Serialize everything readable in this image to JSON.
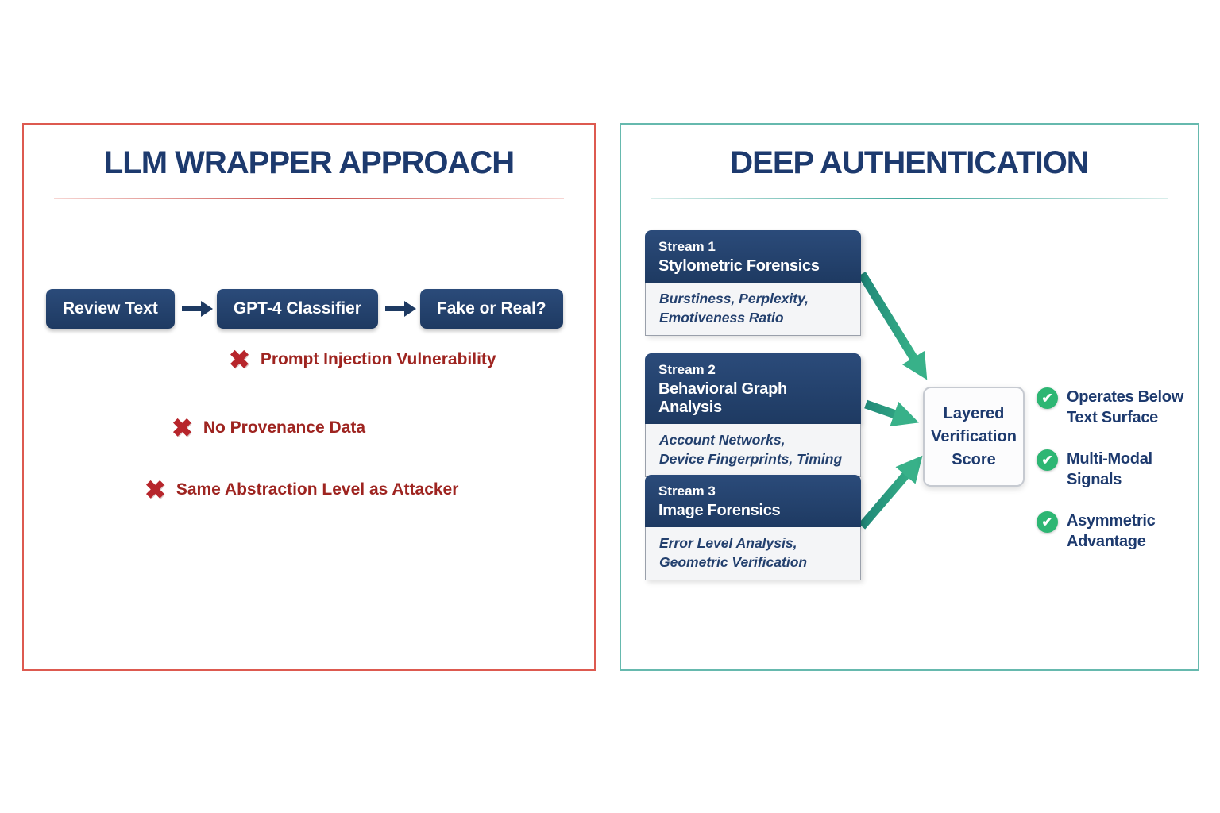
{
  "left_panel": {
    "title": "LLM WRAPPER APPROACH",
    "flow_steps": [
      "Review Text",
      "GPT-4 Classifier",
      "Fake or Real?"
    ],
    "issues": [
      {
        "label": "Prompt Injection Vulnerability"
      },
      {
        "label": "No Provenance Data"
      },
      {
        "label": "Same Abstraction Level as Attacker"
      }
    ]
  },
  "right_panel": {
    "title": "DEEP AUTHENTICATION",
    "streams": [
      {
        "kicker": "Stream 1",
        "name": "Stylometric Forensics",
        "details": "Burstiness, Perplexity,\nEmotiveness Ratio"
      },
      {
        "kicker": "Stream 2",
        "name": "Behavioral Graph Analysis",
        "details": "Account Networks,\nDevice Fingerprints, Timing"
      },
      {
        "kicker": "Stream 3",
        "name": "Image Forensics",
        "details": "Error Level Analysis,\nGeometric Verification"
      }
    ],
    "score_box_label": "Layered\nVerification\nScore",
    "benefits": [
      {
        "label": "Operates Below\nText Surface"
      },
      {
        "label": "Multi-Modal\nSignals"
      },
      {
        "label": "Asymmetric\nAdvantage"
      }
    ]
  },
  "icons": {
    "x_mark": "✖",
    "check_mark": "✔"
  },
  "colors": {
    "navy": "#1d3a6e",
    "left_border_red": "#dd5a50",
    "issue_text_red": "#9e2420",
    "x_mark_red": "#b7252b",
    "right_border_teal": "#66b9ae",
    "arrow_teal_start": "#1e8577",
    "arrow_teal_end": "#41c18e",
    "check_green": "#2db673"
  }
}
